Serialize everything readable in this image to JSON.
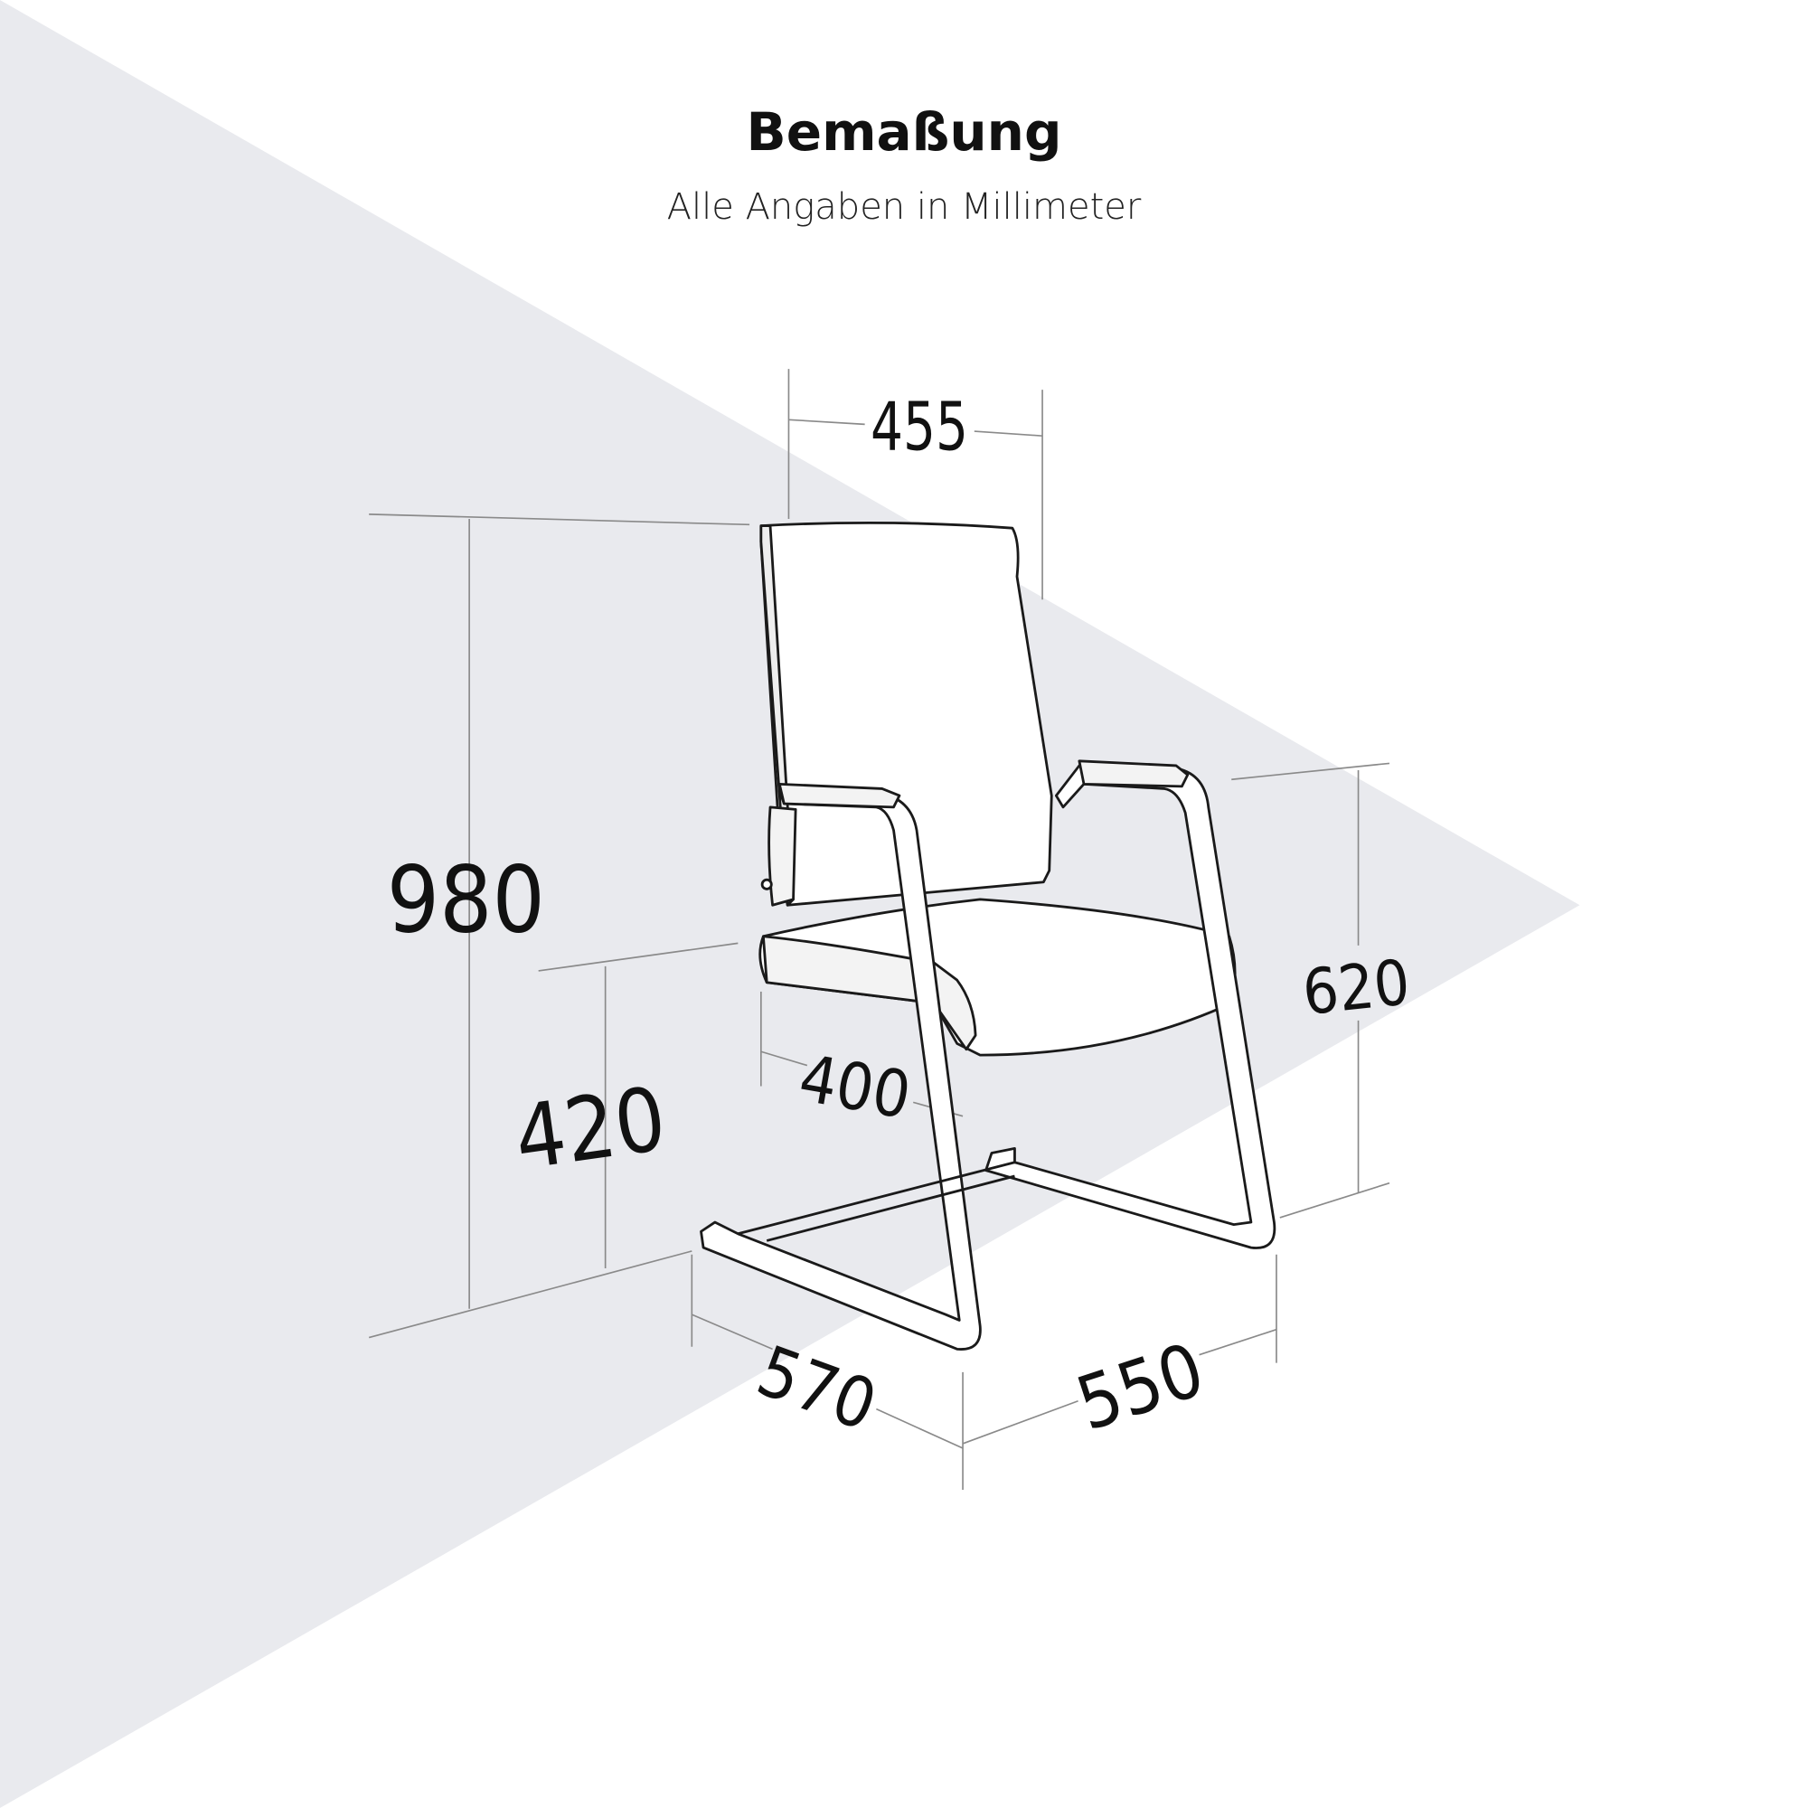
{
  "header": {
    "title": "Bemaßung",
    "subtitle": "Alle Angaben in Millimeter"
  },
  "dimensions": {
    "width": "455",
    "total_height": "980",
    "seat_height": "420",
    "seat_depth": "400",
    "armrest_height": "620",
    "depth": "570",
    "base_width": "550"
  },
  "colors": {
    "background_triangle": "#e9eaee",
    "lines": "#1a1a1a",
    "dimension_lines": "#888888"
  }
}
